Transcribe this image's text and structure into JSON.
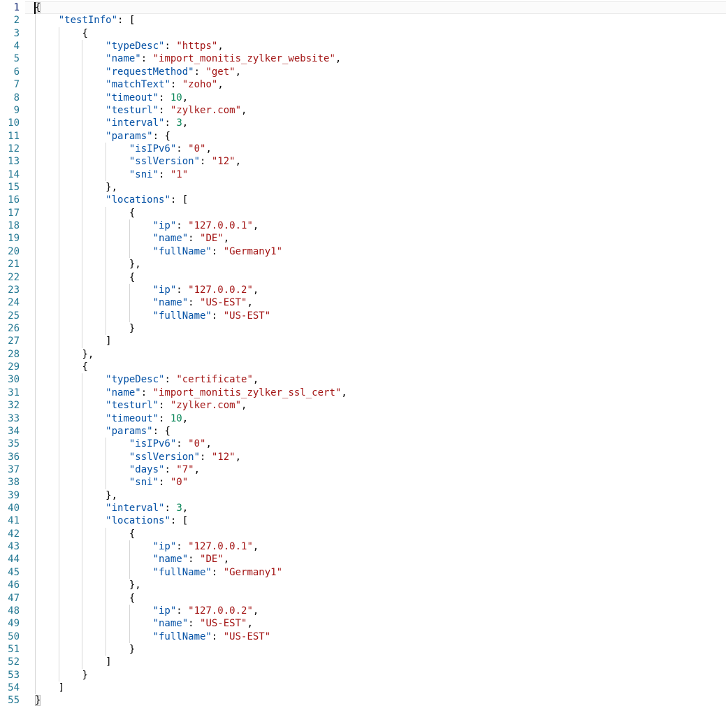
{
  "editor": {
    "language": "json",
    "colors": {
      "background": "#ffffff",
      "key": "#0451a5",
      "string": "#a31515",
      "number": "#098658",
      "punct": "#000000",
      "lineNumber": "#237893",
      "activeLineNumber": "#0b216f",
      "indentGuide": "#d6d6d6",
      "currentLineBg": "#fbfbfb",
      "currentLineBorder": "#eaeaea",
      "bracketMatchBorder": "#b9b9b9",
      "bracketMatchBg": "#f3f3f3",
      "cursor": "#000000"
    },
    "cursor": {
      "line": 1,
      "column": 1
    },
    "lines": [
      {
        "n": 1,
        "indent": 0,
        "tokens": [
          [
            "p",
            "{",
            true
          ]
        ]
      },
      {
        "n": 2,
        "indent": 4,
        "tokens": [
          [
            "k",
            "\"testInfo\""
          ],
          [
            "p",
            ": ["
          ]
        ]
      },
      {
        "n": 3,
        "indent": 8,
        "tokens": [
          [
            "p",
            "{"
          ]
        ]
      },
      {
        "n": 4,
        "indent": 12,
        "tokens": [
          [
            "k",
            "\"typeDesc\""
          ],
          [
            "p",
            ": "
          ],
          [
            "s",
            "\"https\""
          ],
          [
            "p",
            ","
          ]
        ]
      },
      {
        "n": 5,
        "indent": 12,
        "tokens": [
          [
            "k",
            "\"name\""
          ],
          [
            "p",
            ": "
          ],
          [
            "s",
            "\"import_monitis_zylker_website\""
          ],
          [
            "p",
            ","
          ]
        ]
      },
      {
        "n": 6,
        "indent": 12,
        "tokens": [
          [
            "k",
            "\"requestMethod\""
          ],
          [
            "p",
            ": "
          ],
          [
            "s",
            "\"get\""
          ],
          [
            "p",
            ","
          ]
        ]
      },
      {
        "n": 7,
        "indent": 12,
        "tokens": [
          [
            "k",
            "\"matchText\""
          ],
          [
            "p",
            ": "
          ],
          [
            "s",
            "\"zoho\""
          ],
          [
            "p",
            ","
          ]
        ]
      },
      {
        "n": 8,
        "indent": 12,
        "tokens": [
          [
            "k",
            "\"timeout\""
          ],
          [
            "p",
            ": "
          ],
          [
            "n",
            "10"
          ],
          [
            "p",
            ","
          ]
        ]
      },
      {
        "n": 9,
        "indent": 12,
        "tokens": [
          [
            "k",
            "\"testurl\""
          ],
          [
            "p",
            ": "
          ],
          [
            "s",
            "\"zylker.com\""
          ],
          [
            "p",
            ","
          ]
        ]
      },
      {
        "n": 10,
        "indent": 12,
        "tokens": [
          [
            "k",
            "\"interval\""
          ],
          [
            "p",
            ": "
          ],
          [
            "n",
            "3"
          ],
          [
            "p",
            ","
          ]
        ]
      },
      {
        "n": 11,
        "indent": 12,
        "tokens": [
          [
            "k",
            "\"params\""
          ],
          [
            "p",
            ": {"
          ]
        ]
      },
      {
        "n": 12,
        "indent": 16,
        "tokens": [
          [
            "k",
            "\"isIPv6\""
          ],
          [
            "p",
            ": "
          ],
          [
            "s",
            "\"0\""
          ],
          [
            "p",
            ","
          ]
        ]
      },
      {
        "n": 13,
        "indent": 16,
        "tokens": [
          [
            "k",
            "\"sslVersion\""
          ],
          [
            "p",
            ": "
          ],
          [
            "s",
            "\"12\""
          ],
          [
            "p",
            ","
          ]
        ]
      },
      {
        "n": 14,
        "indent": 16,
        "tokens": [
          [
            "k",
            "\"sni\""
          ],
          [
            "p",
            ": "
          ],
          [
            "s",
            "\"1\""
          ]
        ]
      },
      {
        "n": 15,
        "indent": 12,
        "tokens": [
          [
            "p",
            "},"
          ]
        ]
      },
      {
        "n": 16,
        "indent": 12,
        "tokens": [
          [
            "k",
            "\"locations\""
          ],
          [
            "p",
            ": ["
          ]
        ]
      },
      {
        "n": 17,
        "indent": 16,
        "tokens": [
          [
            "p",
            "{"
          ]
        ]
      },
      {
        "n": 18,
        "indent": 20,
        "tokens": [
          [
            "k",
            "\"ip\""
          ],
          [
            "p",
            ": "
          ],
          [
            "s",
            "\"127.0.0.1\""
          ],
          [
            "p",
            ","
          ]
        ]
      },
      {
        "n": 19,
        "indent": 20,
        "tokens": [
          [
            "k",
            "\"name\""
          ],
          [
            "p",
            ": "
          ],
          [
            "s",
            "\"DE\""
          ],
          [
            "p",
            ","
          ]
        ]
      },
      {
        "n": 20,
        "indent": 20,
        "tokens": [
          [
            "k",
            "\"fullName\""
          ],
          [
            "p",
            ": "
          ],
          [
            "s",
            "\"Germany1\""
          ]
        ]
      },
      {
        "n": 21,
        "indent": 16,
        "tokens": [
          [
            "p",
            "},"
          ]
        ]
      },
      {
        "n": 22,
        "indent": 16,
        "tokens": [
          [
            "p",
            "{"
          ]
        ]
      },
      {
        "n": 23,
        "indent": 20,
        "tokens": [
          [
            "k",
            "\"ip\""
          ],
          [
            "p",
            ": "
          ],
          [
            "s",
            "\"127.0.0.2\""
          ],
          [
            "p",
            ","
          ]
        ]
      },
      {
        "n": 24,
        "indent": 20,
        "tokens": [
          [
            "k",
            "\"name\""
          ],
          [
            "p",
            ": "
          ],
          [
            "s",
            "\"US-EST\""
          ],
          [
            "p",
            ","
          ]
        ]
      },
      {
        "n": 25,
        "indent": 20,
        "tokens": [
          [
            "k",
            "\"fullName\""
          ],
          [
            "p",
            ": "
          ],
          [
            "s",
            "\"US-EST\""
          ]
        ]
      },
      {
        "n": 26,
        "indent": 16,
        "tokens": [
          [
            "p",
            "}"
          ]
        ]
      },
      {
        "n": 27,
        "indent": 12,
        "tokens": [
          [
            "p",
            "]"
          ]
        ]
      },
      {
        "n": 28,
        "indent": 8,
        "tokens": [
          [
            "p",
            "},"
          ]
        ]
      },
      {
        "n": 29,
        "indent": 8,
        "tokens": [
          [
            "p",
            "{"
          ]
        ]
      },
      {
        "n": 30,
        "indent": 12,
        "tokens": [
          [
            "k",
            "\"typeDesc\""
          ],
          [
            "p",
            ": "
          ],
          [
            "s",
            "\"certificate\""
          ],
          [
            "p",
            ","
          ]
        ]
      },
      {
        "n": 31,
        "indent": 12,
        "tokens": [
          [
            "k",
            "\"name\""
          ],
          [
            "p",
            ": "
          ],
          [
            "s",
            "\"import_monitis_zylker_ssl_cert\""
          ],
          [
            "p",
            ","
          ]
        ]
      },
      {
        "n": 32,
        "indent": 12,
        "tokens": [
          [
            "k",
            "\"testurl\""
          ],
          [
            "p",
            ": "
          ],
          [
            "s",
            "\"zylker.com\""
          ],
          [
            "p",
            ","
          ]
        ]
      },
      {
        "n": 33,
        "indent": 12,
        "tokens": [
          [
            "k",
            "\"timeout\""
          ],
          [
            "p",
            ": "
          ],
          [
            "n",
            "10"
          ],
          [
            "p",
            ","
          ]
        ]
      },
      {
        "n": 34,
        "indent": 12,
        "tokens": [
          [
            "k",
            "\"params\""
          ],
          [
            "p",
            ": {"
          ]
        ]
      },
      {
        "n": 35,
        "indent": 16,
        "tokens": [
          [
            "k",
            "\"isIPv6\""
          ],
          [
            "p",
            ": "
          ],
          [
            "s",
            "\"0\""
          ],
          [
            "p",
            ","
          ]
        ]
      },
      {
        "n": 36,
        "indent": 16,
        "tokens": [
          [
            "k",
            "\"sslVersion\""
          ],
          [
            "p",
            ": "
          ],
          [
            "s",
            "\"12\""
          ],
          [
            "p",
            ","
          ]
        ]
      },
      {
        "n": 37,
        "indent": 16,
        "tokens": [
          [
            "k",
            "\"days\""
          ],
          [
            "p",
            ": "
          ],
          [
            "s",
            "\"7\""
          ],
          [
            "p",
            ","
          ]
        ]
      },
      {
        "n": 38,
        "indent": 16,
        "tokens": [
          [
            "k",
            "\"sni\""
          ],
          [
            "p",
            ": "
          ],
          [
            "s",
            "\"0\""
          ]
        ]
      },
      {
        "n": 39,
        "indent": 12,
        "tokens": [
          [
            "p",
            "},"
          ]
        ]
      },
      {
        "n": 40,
        "indent": 12,
        "tokens": [
          [
            "k",
            "\"interval\""
          ],
          [
            "p",
            ": "
          ],
          [
            "n",
            "3"
          ],
          [
            "p",
            ","
          ]
        ]
      },
      {
        "n": 41,
        "indent": 12,
        "tokens": [
          [
            "k",
            "\"locations\""
          ],
          [
            "p",
            ": ["
          ]
        ]
      },
      {
        "n": 42,
        "indent": 16,
        "tokens": [
          [
            "p",
            "{"
          ]
        ]
      },
      {
        "n": 43,
        "indent": 20,
        "tokens": [
          [
            "k",
            "\"ip\""
          ],
          [
            "p",
            ": "
          ],
          [
            "s",
            "\"127.0.0.1\""
          ],
          [
            "p",
            ","
          ]
        ]
      },
      {
        "n": 44,
        "indent": 20,
        "tokens": [
          [
            "k",
            "\"name\""
          ],
          [
            "p",
            ": "
          ],
          [
            "s",
            "\"DE\""
          ],
          [
            "p",
            ","
          ]
        ]
      },
      {
        "n": 45,
        "indent": 20,
        "tokens": [
          [
            "k",
            "\"fullName\""
          ],
          [
            "p",
            ": "
          ],
          [
            "s",
            "\"Germany1\""
          ]
        ]
      },
      {
        "n": 46,
        "indent": 16,
        "tokens": [
          [
            "p",
            "},"
          ]
        ]
      },
      {
        "n": 47,
        "indent": 16,
        "tokens": [
          [
            "p",
            "{"
          ]
        ]
      },
      {
        "n": 48,
        "indent": 20,
        "tokens": [
          [
            "k",
            "\"ip\""
          ],
          [
            "p",
            ": "
          ],
          [
            "s",
            "\"127.0.0.2\""
          ],
          [
            "p",
            ","
          ]
        ]
      },
      {
        "n": 49,
        "indent": 20,
        "tokens": [
          [
            "k",
            "\"name\""
          ],
          [
            "p",
            ": "
          ],
          [
            "s",
            "\"US-EST\""
          ],
          [
            "p",
            ","
          ]
        ]
      },
      {
        "n": 50,
        "indent": 20,
        "tokens": [
          [
            "k",
            "\"fullName\""
          ],
          [
            "p",
            ": "
          ],
          [
            "s",
            "\"US-EST\""
          ]
        ]
      },
      {
        "n": 51,
        "indent": 16,
        "tokens": [
          [
            "p",
            "}"
          ]
        ]
      },
      {
        "n": 52,
        "indent": 12,
        "tokens": [
          [
            "p",
            "]"
          ]
        ]
      },
      {
        "n": 53,
        "indent": 8,
        "tokens": [
          [
            "p",
            "}"
          ]
        ]
      },
      {
        "n": 54,
        "indent": 4,
        "tokens": [
          [
            "p",
            "]"
          ]
        ]
      },
      {
        "n": 55,
        "indent": 0,
        "tokens": [
          [
            "p",
            "}",
            true
          ]
        ]
      }
    ]
  }
}
